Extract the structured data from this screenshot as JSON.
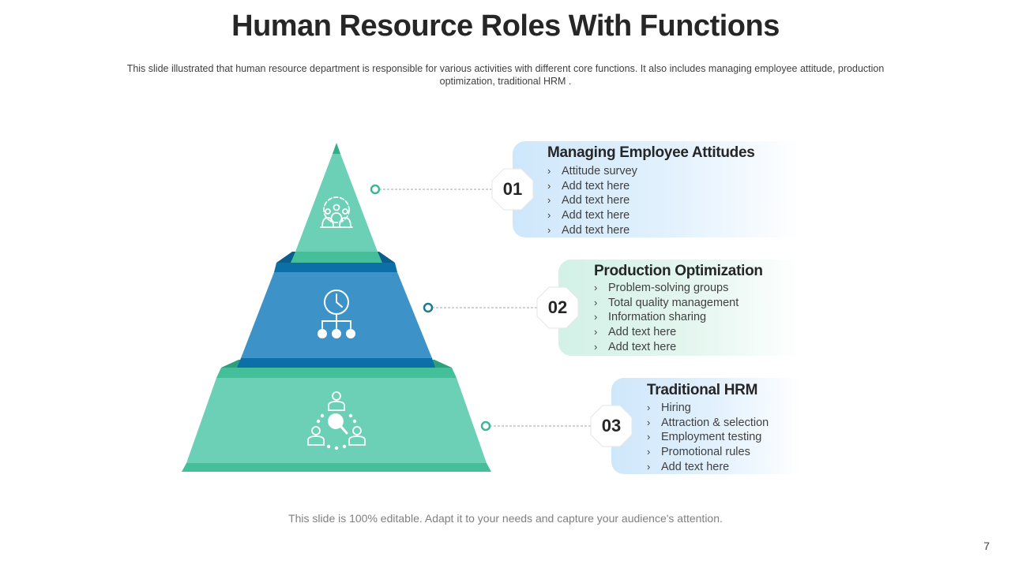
{
  "slide": {
    "title": "Human Resource Roles With Functions",
    "subtitle": "This slide illustrated that human resource department  is responsible for various  activities with different  core functions.  It also includes managing  employee attitude, production optimization,  traditional HRM .",
    "footer": "This slide is 100% editable. Adapt it to your needs and capture your audience's attention.",
    "page_number": "7"
  },
  "colors": {
    "green": "#6cd0b6",
    "green_dark": "#45bf9a",
    "blue": "#3d93c8",
    "blue_dark": "#0c6fa8",
    "connector_green": "#3fb59a",
    "connector_blue": "#1c7a96"
  },
  "levels": [
    {
      "number": "01",
      "title": "Managing Employee Attitudes",
      "icon": "team-gear-icon",
      "items": [
        "Attitude survey",
        "Add text here",
        "Add text here",
        "Add text here",
        "Add text here"
      ]
    },
    {
      "number": "02",
      "title": "Production Optimization",
      "icon": "clock-hierarchy-icon",
      "items": [
        "Problem-solving groups",
        "Total quality management",
        "Information sharing",
        "Add text here",
        "Add text here"
      ]
    },
    {
      "number": "03",
      "title": "Traditional HRM",
      "icon": "people-search-icon",
      "items": [
        "Hiring",
        "Attraction & selection",
        "Employment testing",
        "Promotional rules",
        "Add text here"
      ]
    }
  ]
}
